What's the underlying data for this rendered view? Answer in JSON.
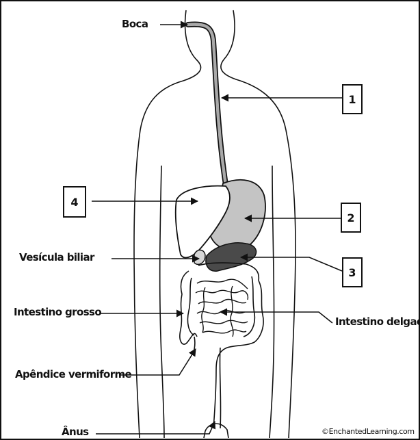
{
  "labels": {
    "boca": "Boca",
    "vesicula": "Vesícula biliar",
    "intestino_grosso": "Intestino grosso",
    "apendice": "Apêndice vermiforme",
    "anus": "Ânus",
    "intestino_delgado": "Intestino delgado"
  },
  "number_boxes": {
    "one": "1",
    "two": "2",
    "three": "3",
    "four": "4"
  },
  "credit": "©EnchantedLearning.com",
  "colors": {
    "outline": "#111111",
    "esophagus": "#a9a9a9",
    "stomach": "#c4c4c4",
    "pancreas": "#4a4a4a",
    "background": "#ffffff"
  }
}
